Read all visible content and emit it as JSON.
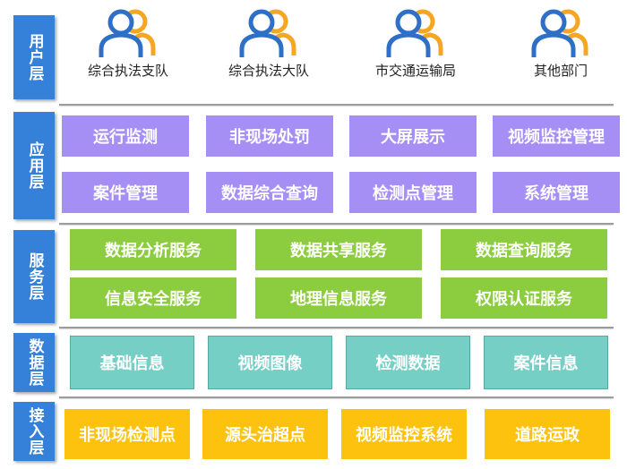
{
  "layers": {
    "user": "用户层",
    "app": "应用层",
    "service": "服务层",
    "data": "数据层",
    "access": "接入层"
  },
  "users": [
    {
      "label": "综合执法支队",
      "icon": "user-group-icon"
    },
    {
      "label": "综合执法大队",
      "icon": "user-group-icon"
    },
    {
      "label": "市交通运输局",
      "icon": "user-group-icon"
    },
    {
      "label": "其他部门",
      "icon": "user-group-icon"
    }
  ],
  "application": [
    "运行监测",
    "非现场处罚",
    "大屏展示",
    "视频监控管理",
    "案件管理",
    "数据综合查询",
    "检测点管理",
    "系统管理"
  ],
  "services": [
    "数据分析服务",
    "数据共享服务",
    "数据查询服务",
    "信息安全服务",
    "地理信息服务",
    "权限认证服务"
  ],
  "data": [
    "基础信息",
    "视频图像",
    "检测数据",
    "案件信息"
  ],
  "access": [
    "非现场检测点",
    "源头治超点",
    "视频监控系统",
    "道路运政"
  ],
  "colors": {
    "layer_label": "#3580d8",
    "application": "#a58ff5",
    "service": "#8ccc3f",
    "data": "#76cfc5",
    "access": "#fcc20e",
    "icon_blue": "#2e6fc8",
    "icon_orange": "#f5a623"
  }
}
